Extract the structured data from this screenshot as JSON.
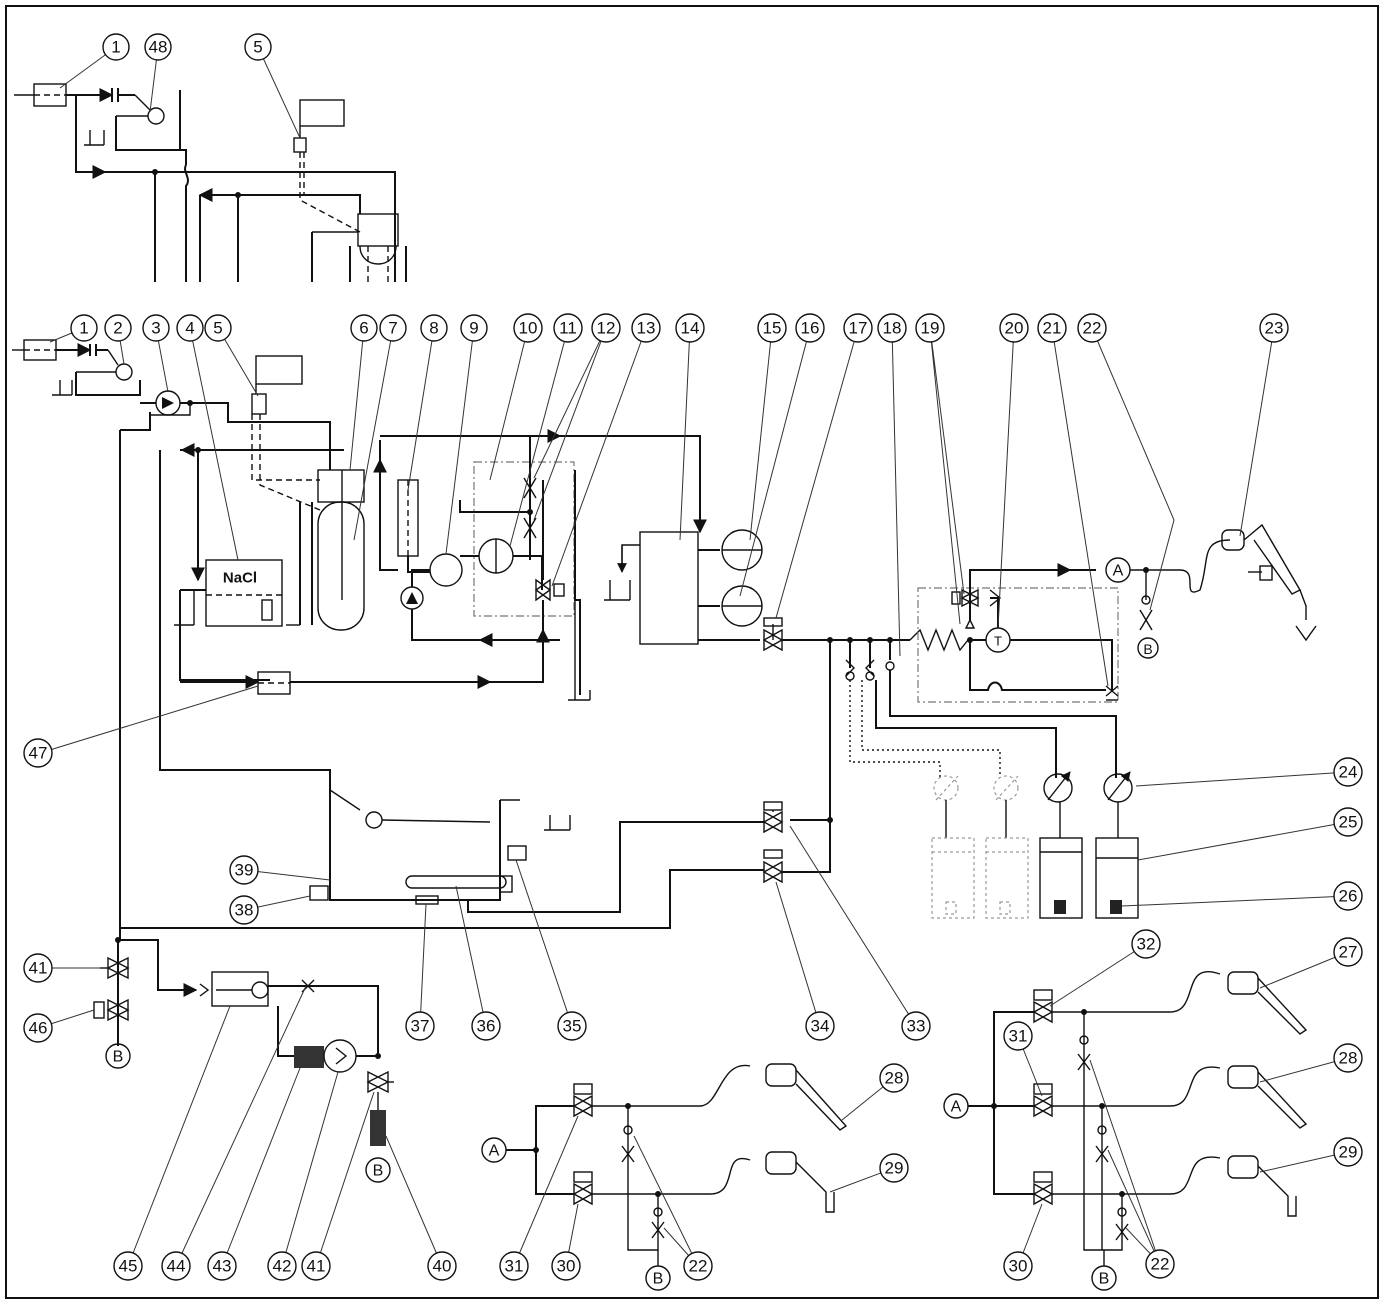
{
  "diagram": {
    "box_label_salt": "NaCl",
    "connector_a": "A",
    "connector_b": "B",
    "connector_t": "T",
    "callouts": [
      {
        "id": "c1a",
        "text": "1"
      },
      {
        "id": "c48",
        "text": "48"
      },
      {
        "id": "c5a",
        "text": "5"
      },
      {
        "id": "c1b",
        "text": "1"
      },
      {
        "id": "c2",
        "text": "2"
      },
      {
        "id": "c3",
        "text": "3"
      },
      {
        "id": "c4",
        "text": "4"
      },
      {
        "id": "c5b",
        "text": "5"
      },
      {
        "id": "c6",
        "text": "6"
      },
      {
        "id": "c7",
        "text": "7"
      },
      {
        "id": "c8",
        "text": "8"
      },
      {
        "id": "c9",
        "text": "9"
      },
      {
        "id": "c10",
        "text": "10"
      },
      {
        "id": "c11",
        "text": "11"
      },
      {
        "id": "c12",
        "text": "12"
      },
      {
        "id": "c13",
        "text": "13"
      },
      {
        "id": "c14",
        "text": "14"
      },
      {
        "id": "c15",
        "text": "15"
      },
      {
        "id": "c16",
        "text": "16"
      },
      {
        "id": "c17",
        "text": "17"
      },
      {
        "id": "c18",
        "text": "18"
      },
      {
        "id": "c19",
        "text": "19"
      },
      {
        "id": "c20",
        "text": "20"
      },
      {
        "id": "c21",
        "text": "21"
      },
      {
        "id": "c22a",
        "text": "22"
      },
      {
        "id": "c23",
        "text": "23"
      },
      {
        "id": "c24",
        "text": "24"
      },
      {
        "id": "c25",
        "text": "25"
      },
      {
        "id": "c26",
        "text": "26"
      },
      {
        "id": "c47",
        "text": "47"
      },
      {
        "id": "c39",
        "text": "39"
      },
      {
        "id": "c38",
        "text": "38"
      },
      {
        "id": "c41a",
        "text": "41"
      },
      {
        "id": "c46",
        "text": "46"
      },
      {
        "id": "c37",
        "text": "37"
      },
      {
        "id": "c36",
        "text": "36"
      },
      {
        "id": "c35",
        "text": "35"
      },
      {
        "id": "c34",
        "text": "34"
      },
      {
        "id": "c33",
        "text": "33"
      },
      {
        "id": "c32",
        "text": "32"
      },
      {
        "id": "c27",
        "text": "27"
      },
      {
        "id": "c31r",
        "text": "31"
      },
      {
        "id": "c28r",
        "text": "28"
      },
      {
        "id": "c29r",
        "text": "29"
      },
      {
        "id": "c30r",
        "text": "30"
      },
      {
        "id": "c22r",
        "text": "22"
      },
      {
        "id": "c28m",
        "text": "28"
      },
      {
        "id": "c29m",
        "text": "29"
      },
      {
        "id": "c31m",
        "text": "31"
      },
      {
        "id": "c30m",
        "text": "30"
      },
      {
        "id": "c22m",
        "text": "22"
      },
      {
        "id": "c45",
        "text": "45"
      },
      {
        "id": "c44",
        "text": "44"
      },
      {
        "id": "c43",
        "text": "43"
      },
      {
        "id": "c42",
        "text": "42"
      },
      {
        "id": "c41b",
        "text": "41"
      },
      {
        "id": "c40",
        "text": "40"
      }
    ]
  }
}
